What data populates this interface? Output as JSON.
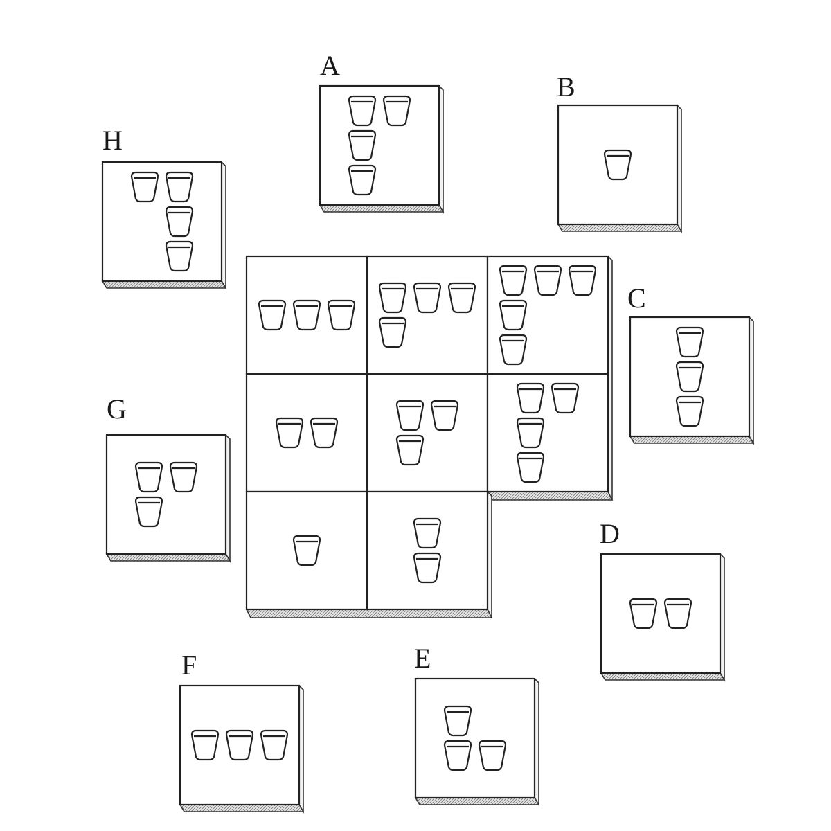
{
  "puzzle": {
    "grid": {
      "cells": [
        {
          "row": 0,
          "col": 0,
          "pattern": "row3"
        },
        {
          "row": 0,
          "col": 1,
          "pattern": "row3-under1"
        },
        {
          "row": 0,
          "col": 2,
          "pattern": "row3-under2"
        },
        {
          "row": 1,
          "col": 0,
          "pattern": "row2"
        },
        {
          "row": 1,
          "col": 1,
          "pattern": "row2-under1"
        },
        {
          "row": 1,
          "col": 2,
          "pattern": "row2-under2"
        },
        {
          "row": 2,
          "col": 0,
          "pattern": "single"
        },
        {
          "row": 2,
          "col": 1,
          "pattern": "stack2"
        }
      ]
    },
    "options": [
      {
        "label": "A",
        "pattern": "A"
      },
      {
        "label": "B",
        "pattern": "single"
      },
      {
        "label": "C",
        "pattern": "stack3"
      },
      {
        "label": "D",
        "pattern": "row2"
      },
      {
        "label": "E",
        "pattern": "E"
      },
      {
        "label": "F",
        "pattern": "row3"
      },
      {
        "label": "G",
        "pattern": "row2-under1"
      },
      {
        "label": "H",
        "pattern": "H"
      }
    ]
  }
}
